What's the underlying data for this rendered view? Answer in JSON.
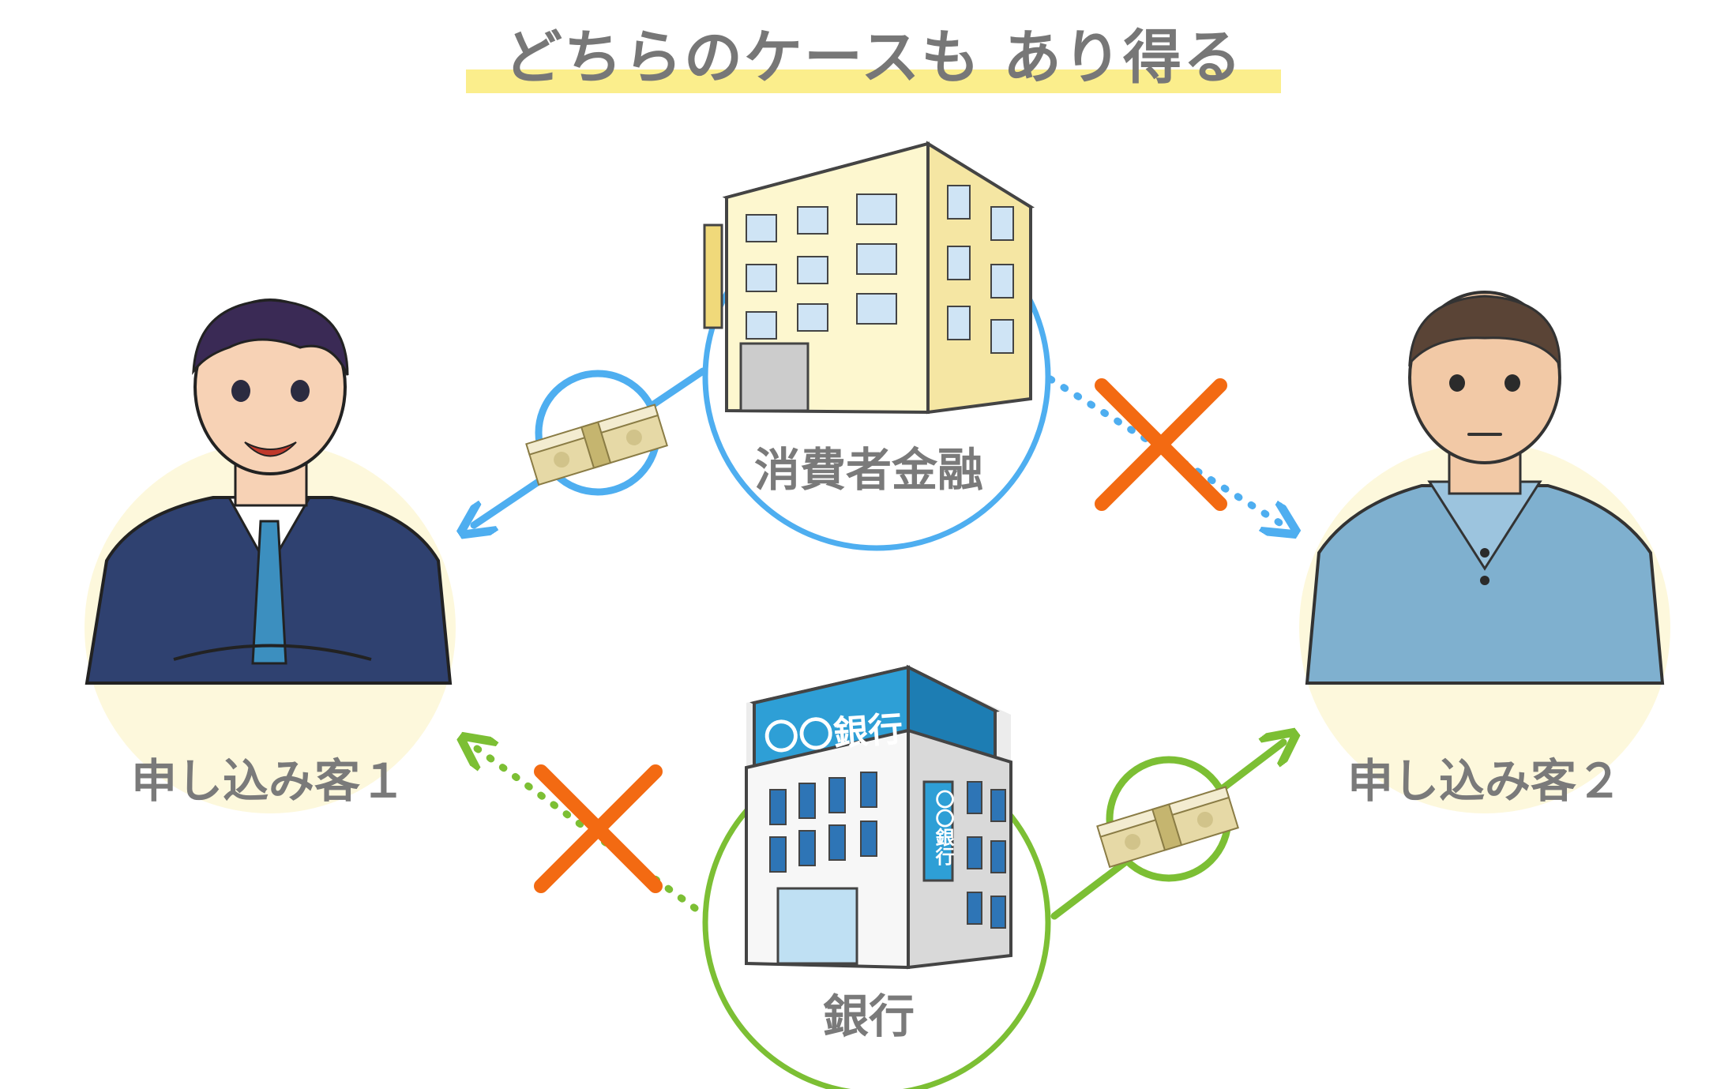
{
  "title": "どちらのケースも あり得る",
  "lenders": {
    "consumer_finance": {
      "label": "消費者金融"
    },
    "bank": {
      "label": "銀行",
      "sign": "〇〇銀行",
      "vertical_sign": "〇〇銀行"
    }
  },
  "customers": {
    "customer1": {
      "label": "申し込み客１"
    },
    "customer2": {
      "label": "申し込み客２"
    }
  },
  "flows": [
    {
      "from": "消費者金融",
      "to": "申し込み客１",
      "result": "loan",
      "icon": "banknote-bundle-icon"
    },
    {
      "from": "消費者金融",
      "to": "申し込み客２",
      "result": "rejected",
      "icon": "cross-icon"
    },
    {
      "from": "銀行",
      "to": "申し込み客１",
      "result": "rejected",
      "icon": "cross-icon"
    },
    {
      "from": "銀行",
      "to": "申し込み客２",
      "result": "loan",
      "icon": "banknote-bundle-icon"
    }
  ],
  "colors": {
    "consumer_blue": "#4eaef0",
    "bank_green": "#7cbf34",
    "cross_orange": "#f36a12",
    "title_highlight": "#fbee8c",
    "text_gray": "#7a7a7a",
    "customer_circle": "#fdf8dc"
  }
}
